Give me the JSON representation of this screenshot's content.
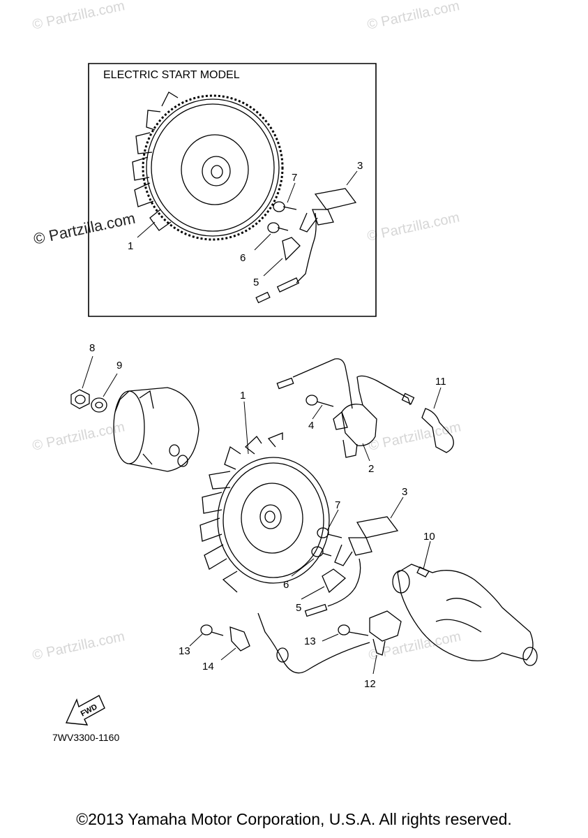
{
  "inset": {
    "title": "ELECTRIC START MODEL"
  },
  "callouts": {
    "inset_1": "1",
    "inset_3": "3",
    "inset_5": "5",
    "inset_6": "6",
    "inset_7": "7",
    "main_1": "1",
    "main_2": "2",
    "main_3": "3",
    "main_4": "4",
    "main_5": "5",
    "main_6": "6",
    "main_7": "7",
    "main_8": "8",
    "main_9": "9",
    "main_10": "10",
    "main_11": "11",
    "main_12": "12",
    "main_13a": "13",
    "main_13b": "13",
    "main_14": "14"
  },
  "fwd_label": "FWD",
  "diagram_code": "7WV3300-1160",
  "watermark": {
    "text": "© Partzilla.com"
  },
  "footer": {
    "copyright": "©2013 Yamaha Motor Corporation, U.S.A. All rights reserved."
  }
}
